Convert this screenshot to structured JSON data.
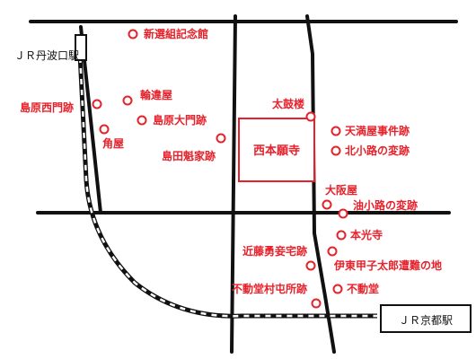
{
  "colors": {
    "road": "#111111",
    "accent": "#e8202a",
    "railway": "#111111",
    "background": "#ffffff"
  },
  "stations": {
    "tambaguchi": "ＪＲ丹波口駅",
    "kyoto": "ＪＲ京都駅"
  },
  "center_building": "西本願寺",
  "landmarks": [
    "新選組記念館",
    "島原西門跡",
    "輪違屋",
    "島原大門跡",
    "角屋",
    "島田魁家跡",
    "太鼓楼",
    "天満屋事件跡",
    "北小路の変跡",
    "大阪屋",
    "油小路の変跡",
    "本光寺",
    "近藤勇妾宅跡",
    "伊東甲子太郎遭難の地",
    "不動堂村屯所跡",
    "不動堂"
  ]
}
